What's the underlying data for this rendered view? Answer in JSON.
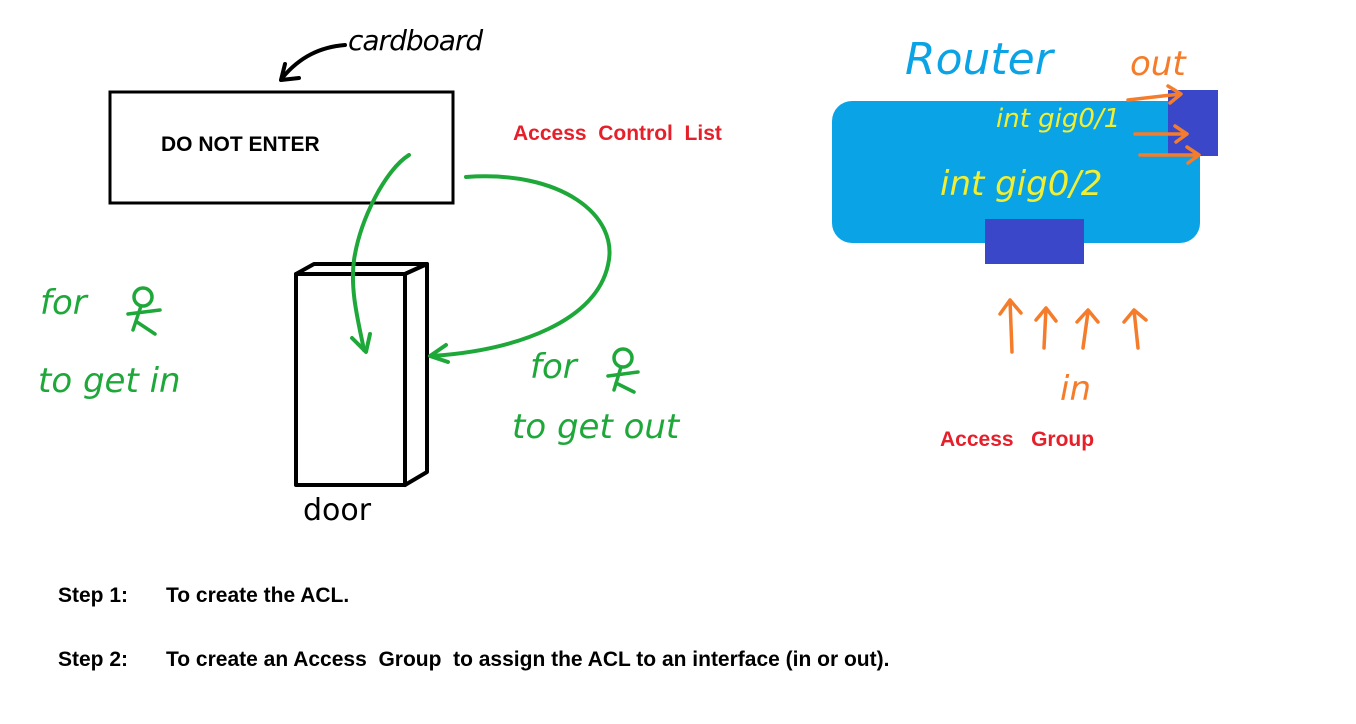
{
  "sign": {
    "text": "DO  NOT  ENTER",
    "note": "cardboard"
  },
  "door": {
    "label": "door"
  },
  "acl_title": "Access  Control  List",
  "annotations": {
    "for_get_in": [
      "for",
      "to get in"
    ],
    "for_get_out": [
      "for",
      "to get out"
    ]
  },
  "router": {
    "title": "Router",
    "interface_1": "int gig0/1",
    "interface_2": "int gig0/2",
    "out_label": "out",
    "in_label": "in",
    "access_group_title": "Access   Group"
  },
  "steps": [
    {
      "label": "Step 1:",
      "text": "To create the ACL."
    },
    {
      "label": "Step 2:",
      "text": "To create an Access  Group  to assign the ACL to an interface (in or out)."
    }
  ],
  "colors": {
    "green": "#1fa83a",
    "red": "#e5202a",
    "orange": "#f57c2a",
    "router_blue": "#0aa3e6",
    "port_blue": "#3b47c9",
    "yellow": "#f2ee32"
  },
  "icons": [
    "person-icon",
    "arrow-icon"
  ]
}
